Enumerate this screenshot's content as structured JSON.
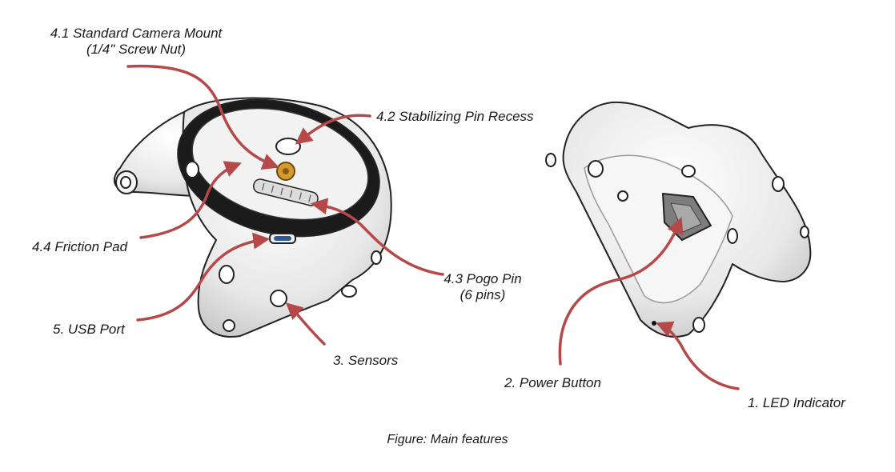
{
  "labels": {
    "camera_mount": "4.1 Standard Camera Mount",
    "camera_mount_sub": "(1/4\" Screw Nut)",
    "stabilizing_pin": "4.2 Stabilizing Pin Recess",
    "friction_pad": "4.4 Friction Pad",
    "pogo_pin": "4.3 Pogo Pin",
    "pogo_pin_sub": "(6 pins)",
    "usb_port": "5. USB Port",
    "sensors": "3. Sensors",
    "power_button": "2. Power Button",
    "led_indicator": "1. LED Indicator"
  },
  "caption": "Figure: Main features",
  "colors": {
    "arrow": "#b5494a",
    "outline": "#222222",
    "body_fill": "#efefef",
    "mount_face": "#1b1b1b",
    "screw_nut": "#d49a2e"
  }
}
